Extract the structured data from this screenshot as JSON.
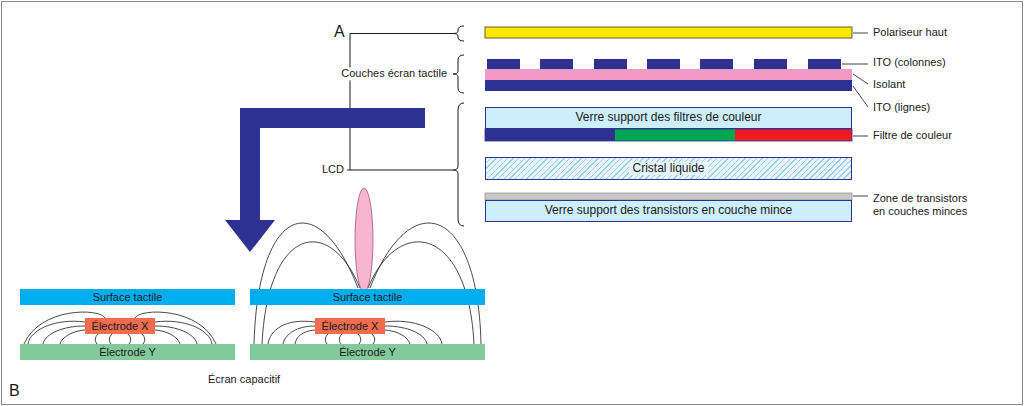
{
  "diagram": {
    "nodes": [
      {
        "text": [
          "Verre support des filtres de couleur"
        ]
      },
      {
        "text": [
          "Cristal liquide"
        ]
      },
      {
        "text": [
          "Verre support des transistors en couche mince"
        ]
      },
      {
        "text": [
          "Surface tactile"
        ]
      },
      {
        "text": [
          "Électrode X"
        ]
      },
      {
        "text": [
          "Électrode Y"
        ]
      },
      {
        "text": [
          "Surface tactile"
        ]
      },
      {
        "text": [
          "Électrode X"
        ]
      },
      {
        "text": [
          "Électrode Y"
        ]
      }
    ],
    "labels": [
      "A",
      "Polariseur haut",
      "ITO (colonnes)",
      "Isolant",
      "ITO (lignes)",
      "Couches écran tactile",
      "LCD",
      "Filtre de couleur",
      "Zone de transistors en couches minces",
      "Écran capacitif",
      "B"
    ]
  }
}
